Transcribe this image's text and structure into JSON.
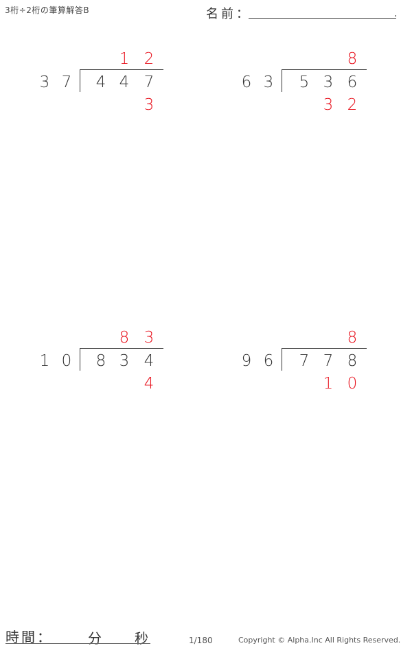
{
  "header": {
    "title": "3桁÷2桁の筆算解答B",
    "name_label": "名前：",
    "name_end": "."
  },
  "problems": [
    {
      "divisor": [
        "3",
        "7"
      ],
      "dividend": [
        "4",
        "4",
        "7"
      ],
      "quotient": [
        "1",
        "2"
      ],
      "remainder": [
        "3"
      ]
    },
    {
      "divisor": [
        "6",
        "3"
      ],
      "dividend": [
        "5",
        "3",
        "6"
      ],
      "quotient": [
        "8"
      ],
      "remainder": [
        "3",
        "2"
      ]
    },
    {
      "divisor": [
        "1",
        "0"
      ],
      "dividend": [
        "8",
        "3",
        "4"
      ],
      "quotient": [
        "8",
        "3"
      ],
      "remainder": [
        "4"
      ]
    },
    {
      "divisor": [
        "9",
        "6"
      ],
      "dividend": [
        "7",
        "7",
        "8"
      ],
      "quotient": [
        "8"
      ],
      "remainder": [
        "1",
        "0"
      ]
    }
  ],
  "footer": {
    "time_label": "時間：",
    "minutes_label": "分",
    "seconds_label": "秒",
    "page": "1/180",
    "copyright": "Copyright © Alpha.Inc All Rights Reserved."
  },
  "colors": {
    "answer": "#e8141f",
    "text": "#333333"
  }
}
